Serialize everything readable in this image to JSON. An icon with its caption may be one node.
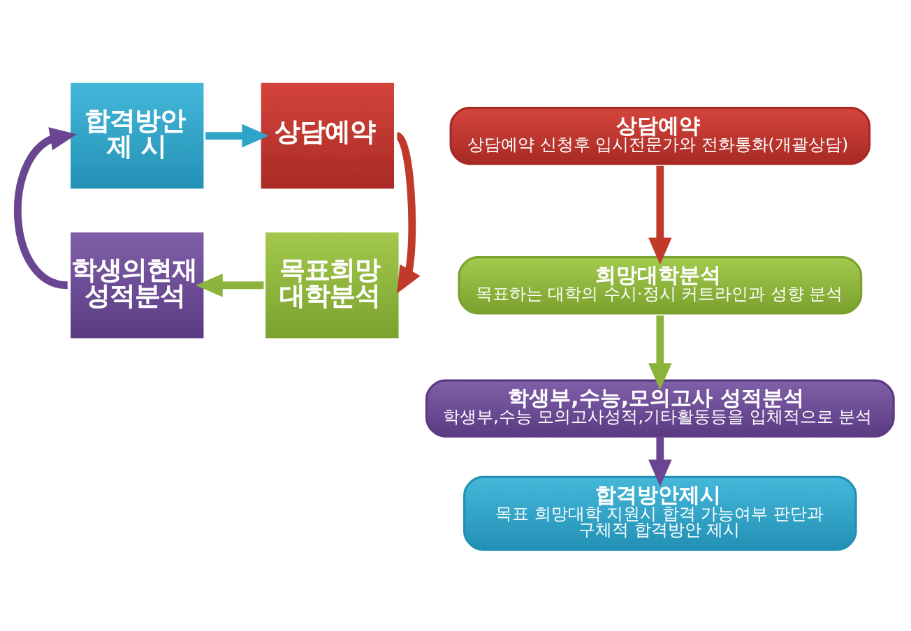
{
  "diagram": {
    "nodes": [
      {
        "text": [
          "상담예약"
        ]
      },
      {
        "text": [
          "목표희망 대학분석"
        ]
      },
      {
        "text": [
          "학생의현재 성적분석"
        ]
      },
      {
        "text": [
          "합격방안 제 시"
        ]
      },
      {
        "text": [
          "상담예약",
          "상담예약 신청후 입시전문가와 전화통화(개괄상담)"
        ]
      },
      {
        "text": [
          "희망대학분석",
          "목표하는 대학의 수시·정시 커트라인과 성향 분석"
        ]
      },
      {
        "text": [
          "학생부,수능,모의고사 성적분석",
          "학생부,수능 모의고사성적,기타활동등을 입체적으로 분석"
        ]
      },
      {
        "text": [
          "합격방안제시",
          "목표 희망대학 지원시 합격 가능여부 판단과 구체적 합격방안 제시"
        ]
      }
    ],
    "edges": [
      {
        "from": 0,
        "to": 1,
        "arrow": "to",
        "color": "#c0392b"
      },
      {
        "from": 1,
        "to": 2,
        "arrow": "to",
        "color": "#8cb43c"
      },
      {
        "from": 2,
        "to": 3,
        "arrow": "to",
        "color": "#6a4591"
      },
      {
        "from": 3,
        "to": 0,
        "arrow": "to",
        "color": "#2ea5c8"
      },
      {
        "from": 4,
        "to": 5,
        "arrow": "to",
        "color": "#c0392b"
      },
      {
        "from": 5,
        "to": 6,
        "arrow": "to",
        "color": "#8cb43c"
      },
      {
        "from": 6,
        "to": 7,
        "arrow": "to",
        "color": "#6a4591"
      }
    ]
  }
}
